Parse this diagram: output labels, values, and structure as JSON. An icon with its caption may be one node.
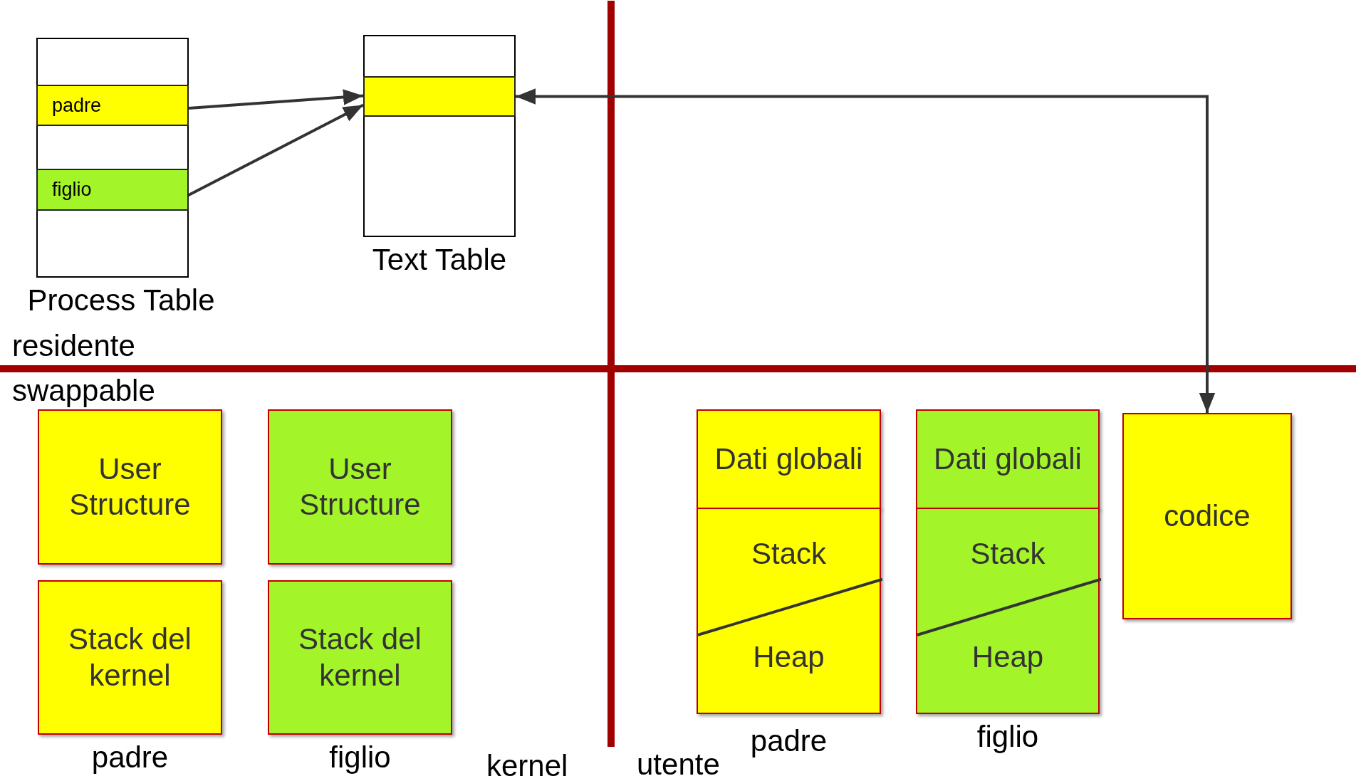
{
  "diagram": {
    "nodes": [
      {
        "text": [
          "Process Table"
        ]
      },
      {
        "text": [
          "padre"
        ],
        "in": 0
      },
      {
        "text": [
          "figlio"
        ],
        "in": 0
      },
      {
        "text": [
          "Text Table"
        ]
      },
      {
        "text": [],
        "shape": "box",
        "in": 3
      },
      {
        "text": [
          "User Structure"
        ]
      },
      {
        "text": [
          "User Structure"
        ]
      },
      {
        "text": [
          "Dati globali"
        ]
      },
      {
        "text": [
          "Dati globali"
        ]
      },
      {
        "text": [
          "codice"
        ]
      },
      {
        "text": [
          "Stack del kernel"
        ],
        "beside": [
          "padre"
        ]
      },
      {
        "text": [
          "Stack del kernel"
        ],
        "beside": [
          "figlio"
        ]
      },
      {
        "text": [
          "Stack",
          "Heap"
        ],
        "beside": [
          "padre"
        ]
      },
      {
        "text": [
          "Stack",
          "Heap"
        ],
        "beside": [
          "figlio"
        ]
      }
    ],
    "edges": [
      {
        "from": 1,
        "to": 4,
        "arrow": "to"
      },
      {
        "from": 2,
        "to": 4,
        "arrow": "to"
      },
      {
        "from": 4,
        "to": 9,
        "arrow": "both"
      }
    ],
    "labels": [
      "residente",
      "swappable",
      "kernel",
      "utente"
    ]
  }
}
